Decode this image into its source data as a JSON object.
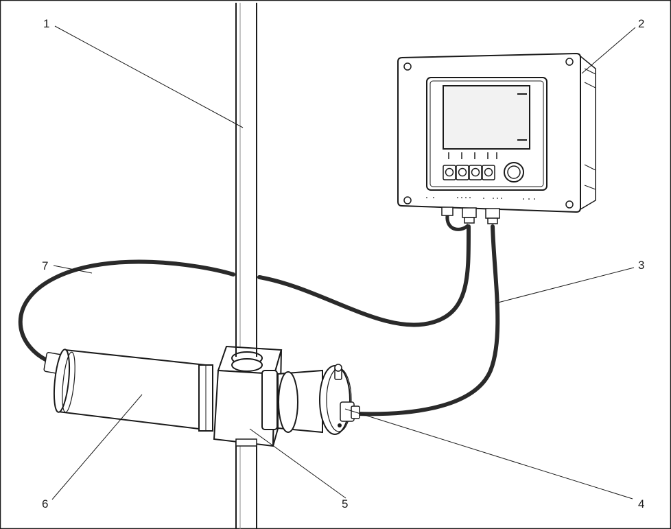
{
  "figure": {
    "callouts": [
      {
        "id": "1",
        "label": "1"
      },
      {
        "id": "2",
        "label": "2"
      },
      {
        "id": "3",
        "label": "3"
      },
      {
        "id": "4",
        "label": "4"
      },
      {
        "id": "5",
        "label": "5"
      },
      {
        "id": "6",
        "label": "6"
      },
      {
        "id": "7",
        "label": "7"
      }
    ]
  },
  "colors": {
    "line": "#1a1a1a",
    "cable": "#2a2a2a",
    "panel": "#ffffff",
    "screen": "#f2f2f2"
  }
}
